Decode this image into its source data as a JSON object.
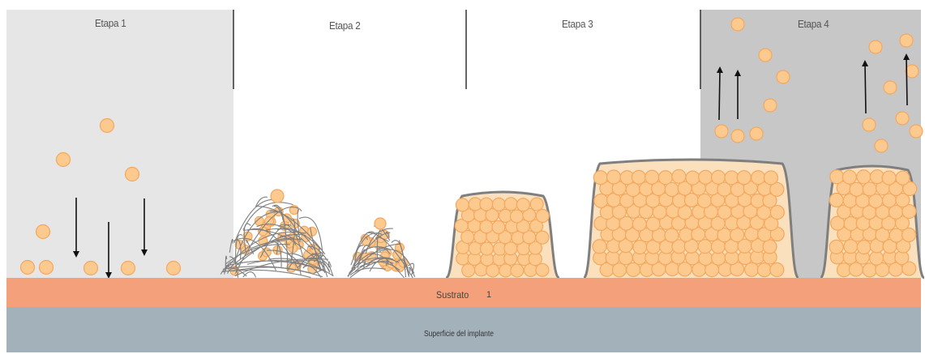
{
  "stages": [
    {
      "label": "Etapa 1"
    },
    {
      "label": "Etapa 2"
    },
    {
      "label": "Etapa 3"
    },
    {
      "label": "Etapa 4"
    }
  ],
  "layers": {
    "substrate": "Sustrato",
    "substrate_marker": "1",
    "implant_surface": "Superficie del implante"
  },
  "colors": {
    "stage1_bg": "#e6e6e6",
    "stage4_bg": "#c7c7c7",
    "substrate": "#f4a07a",
    "implant": "#a3b1ba",
    "cell_fill": "#fcc98f",
    "cell_stroke": "#f3a85e",
    "matrix_stroke": "#7f7f7f",
    "arrow": "#111111"
  },
  "icons": {
    "arrow_down": "arrow-down-icon",
    "arrow_up": "arrow-up-icon",
    "cell": "bacterial-cell-icon"
  }
}
